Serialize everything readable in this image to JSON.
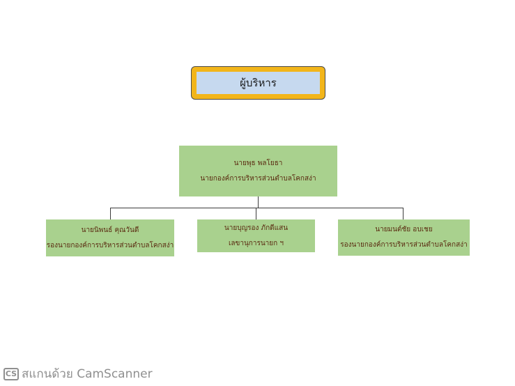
{
  "title": {
    "text": "ผู้บริหาร"
  },
  "org_chart": {
    "top": {
      "name": "นายพุธ พลโยธา",
      "position": "นายกองค์การบริหารส่วนตำบลโคกสง่า"
    },
    "left": {
      "name": "นายนิพนธ์ คุณวันดี",
      "position": "รองนายกองค์การบริหารส่วนตำบลโคกสง่า"
    },
    "middle": {
      "name": "นายบุญรอง ภักดีแสน",
      "position": "เลขานุการนายก ฯ"
    },
    "right": {
      "name": "นายมนต์ชัย อบเชย",
      "position": "รองนายกองค์การบริหารส่วนตำบลโคกสง่า"
    }
  },
  "watermark": {
    "logo": "CS",
    "text": "สแกนด้วย CamScanner"
  }
}
